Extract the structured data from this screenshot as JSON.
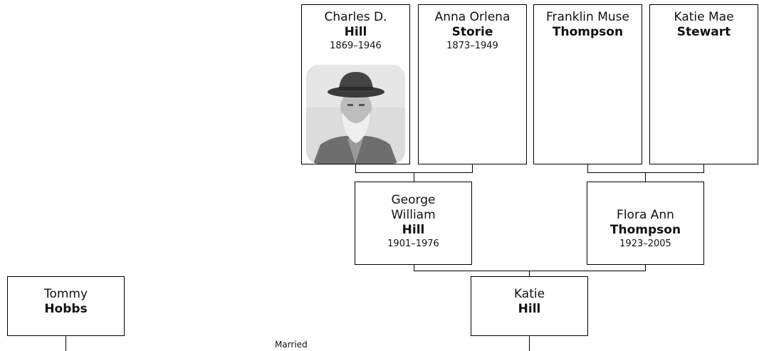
{
  "people": {
    "charles": {
      "given": "Charles D.",
      "surname": "Hill",
      "dates": "1869–1946"
    },
    "anna": {
      "given": "Anna Orlena",
      "surname": "Storie",
      "dates": "1873–1949"
    },
    "franklin": {
      "given": "Franklin Muse",
      "surname": "Thompson"
    },
    "katie_mae": {
      "given": "Katie Mae",
      "surname": "Stewart"
    },
    "george": {
      "given": "George William",
      "surname": "Hill",
      "dates": "1901–1976"
    },
    "flora": {
      "given": "Flora Ann",
      "surname": "Thompson",
      "dates": "1923–2005"
    },
    "katie": {
      "given": "Katie",
      "surname": "Hill"
    },
    "tommy": {
      "given": "Tommy",
      "surname": "Hobbs"
    }
  },
  "married_label": "Married",
  "photo_icon": "portrait-photo"
}
